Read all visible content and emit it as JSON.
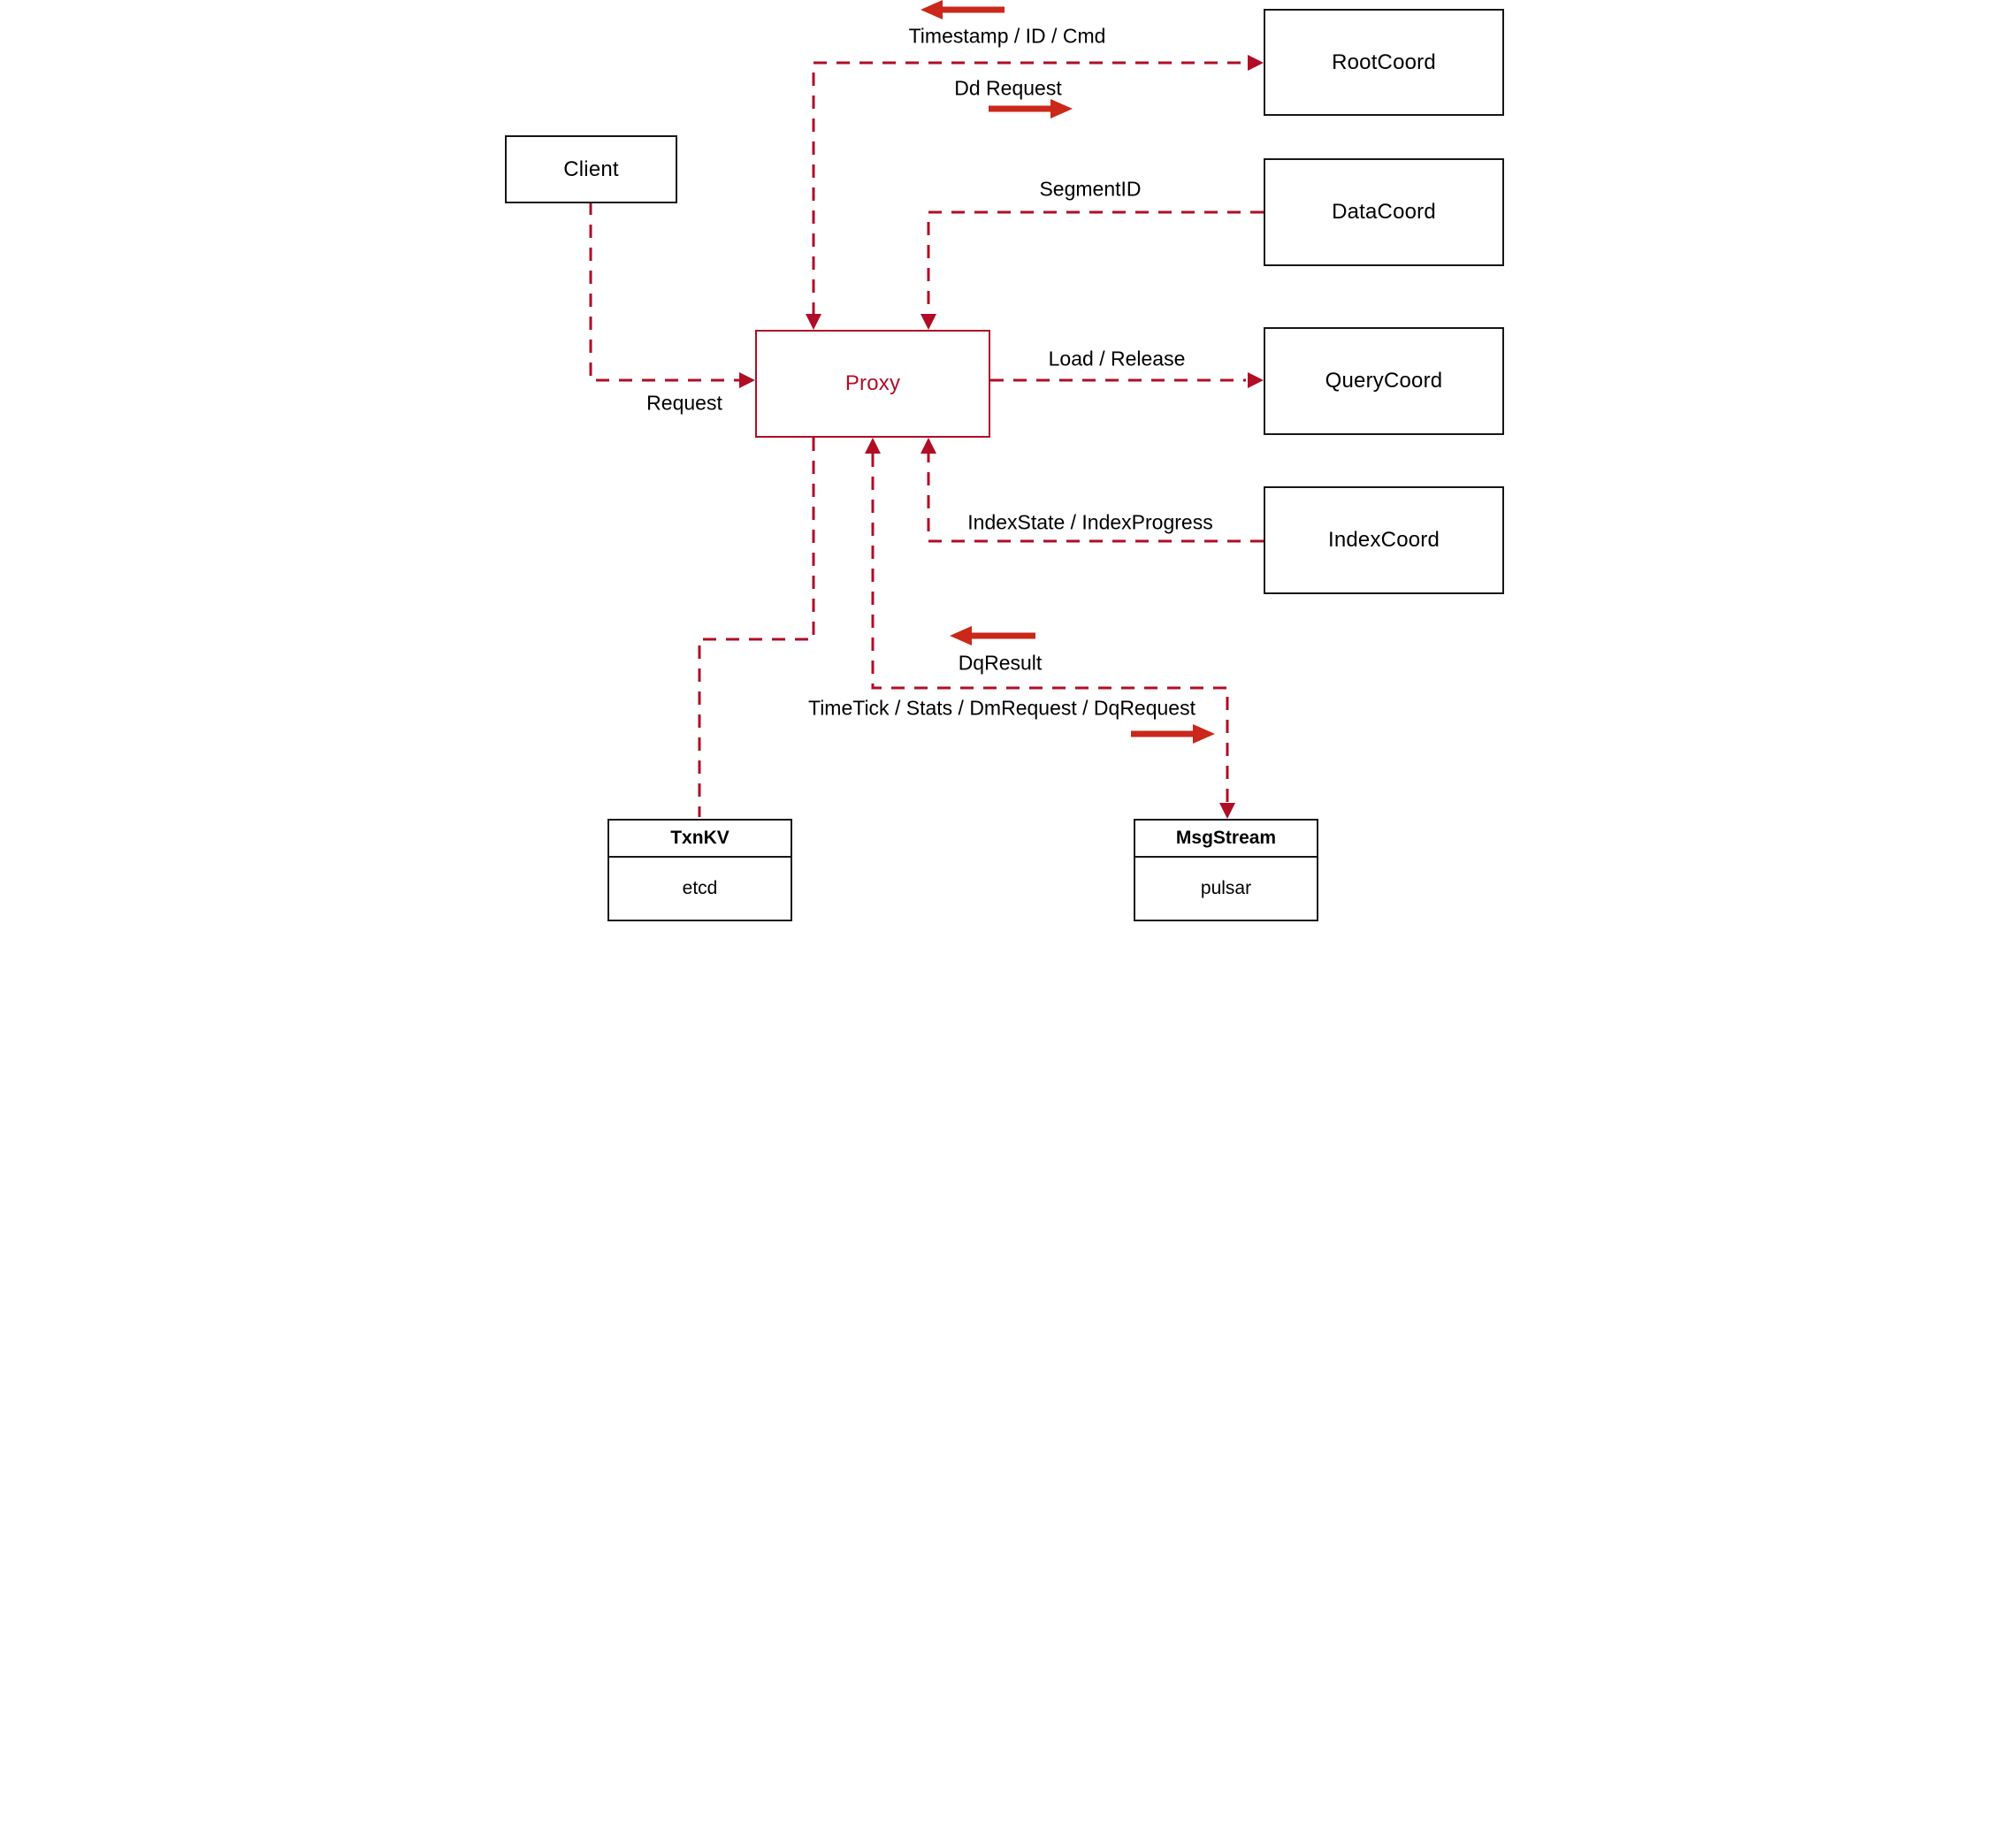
{
  "diagram": {
    "nodes": {
      "client": {
        "label": "Client"
      },
      "proxy": {
        "label": "Proxy"
      },
      "root_coord": {
        "label": "RootCoord"
      },
      "data_coord": {
        "label": "DataCoord"
      },
      "query_coord": {
        "label": "QueryCoord"
      },
      "index_coord": {
        "label": "IndexCoord"
      },
      "txn_kv": {
        "title": "TxnKV",
        "impl": "etcd"
      },
      "msg_stream": {
        "title": "MsgStream",
        "impl": "pulsar"
      }
    },
    "edge_labels": {
      "timestamp": "Timestamp / ID / Cmd",
      "dd_request": "Dd Request",
      "segment_id": "SegmentID",
      "load_release": "Load / Release",
      "index_state": "IndexState / IndexProgress",
      "request": "Request",
      "dq_result": "DqResult",
      "time_tick": "TimeTick / Stats / DmRequest / DqRequest"
    },
    "icons": {
      "left_arrow": "direction-arrow-left",
      "right_arrow": "direction-arrow-right"
    },
    "colors": {
      "line": "#b00d26",
      "solid_arrow": "#c9281a",
      "box_border": "#161616",
      "text": "#000000"
    }
  }
}
